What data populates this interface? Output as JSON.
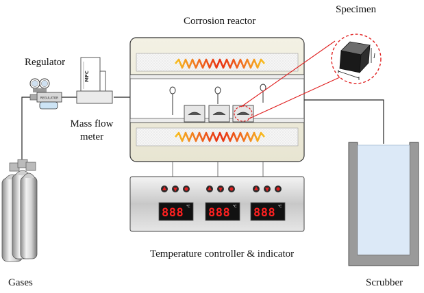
{
  "labels": {
    "corrosion_reactor": "Corrosion reactor",
    "specimen": "Specimen",
    "regulator": "Regulator",
    "mass_flow_meter_line1": "Mass flow",
    "mass_flow_meter_line2": "meter",
    "gases": "Gases",
    "scrubber": "Scrubber",
    "temperature_controller": "Temperature controller & indicator"
  },
  "device_text": {
    "regulator_plate": "REGULATOR",
    "mfc": "MFC",
    "specimen_dimension": "l"
  },
  "controller": {
    "displays": [
      "888",
      "888",
      "888"
    ],
    "unit": "℃"
  },
  "colors": {
    "heater_hot": "#e83010",
    "heater_mid": "#f07020",
    "heater_warm": "#f8c020",
    "display_digits": "#ff2020",
    "callout": "#e02020",
    "scrubber_liquid": "#dce9f7"
  }
}
